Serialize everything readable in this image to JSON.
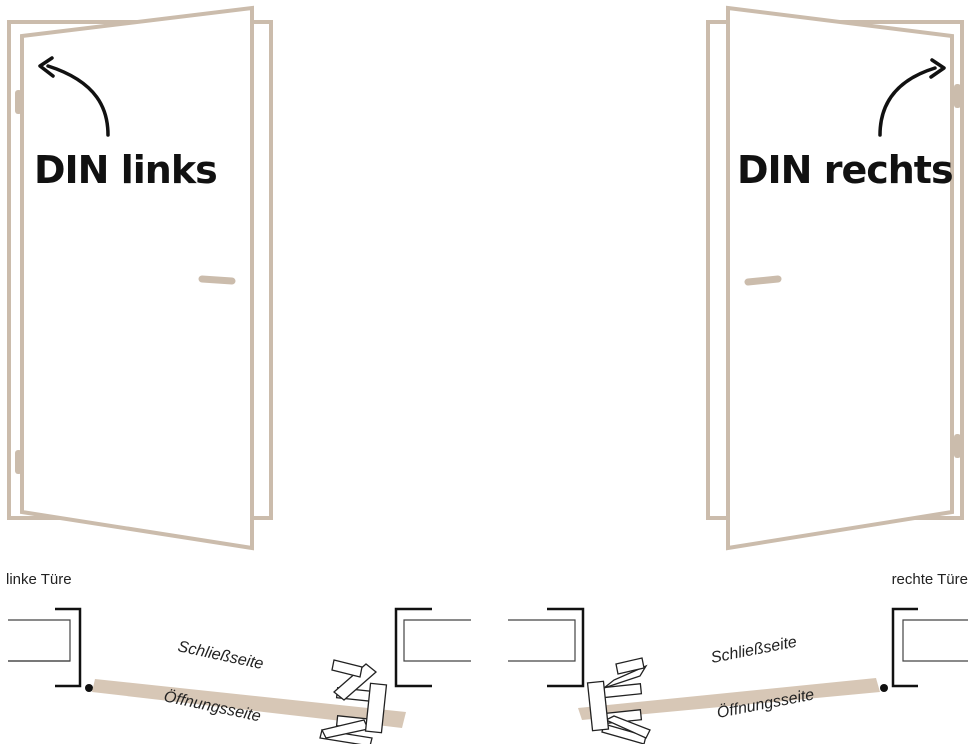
{
  "colors": {
    "frame": "#cbbcac",
    "leaf": "#d7c7b6",
    "ink": "#111111"
  },
  "left": {
    "door_title": "DIN links",
    "side_caption": "linke Türe",
    "closing_side": "Schließseite",
    "opening_side": "Öffnungsseite"
  },
  "right": {
    "door_title": "DIN rechts",
    "side_caption": "rechte Türe",
    "closing_side": "Schließseite",
    "opening_side": "Öffnungsseite"
  }
}
